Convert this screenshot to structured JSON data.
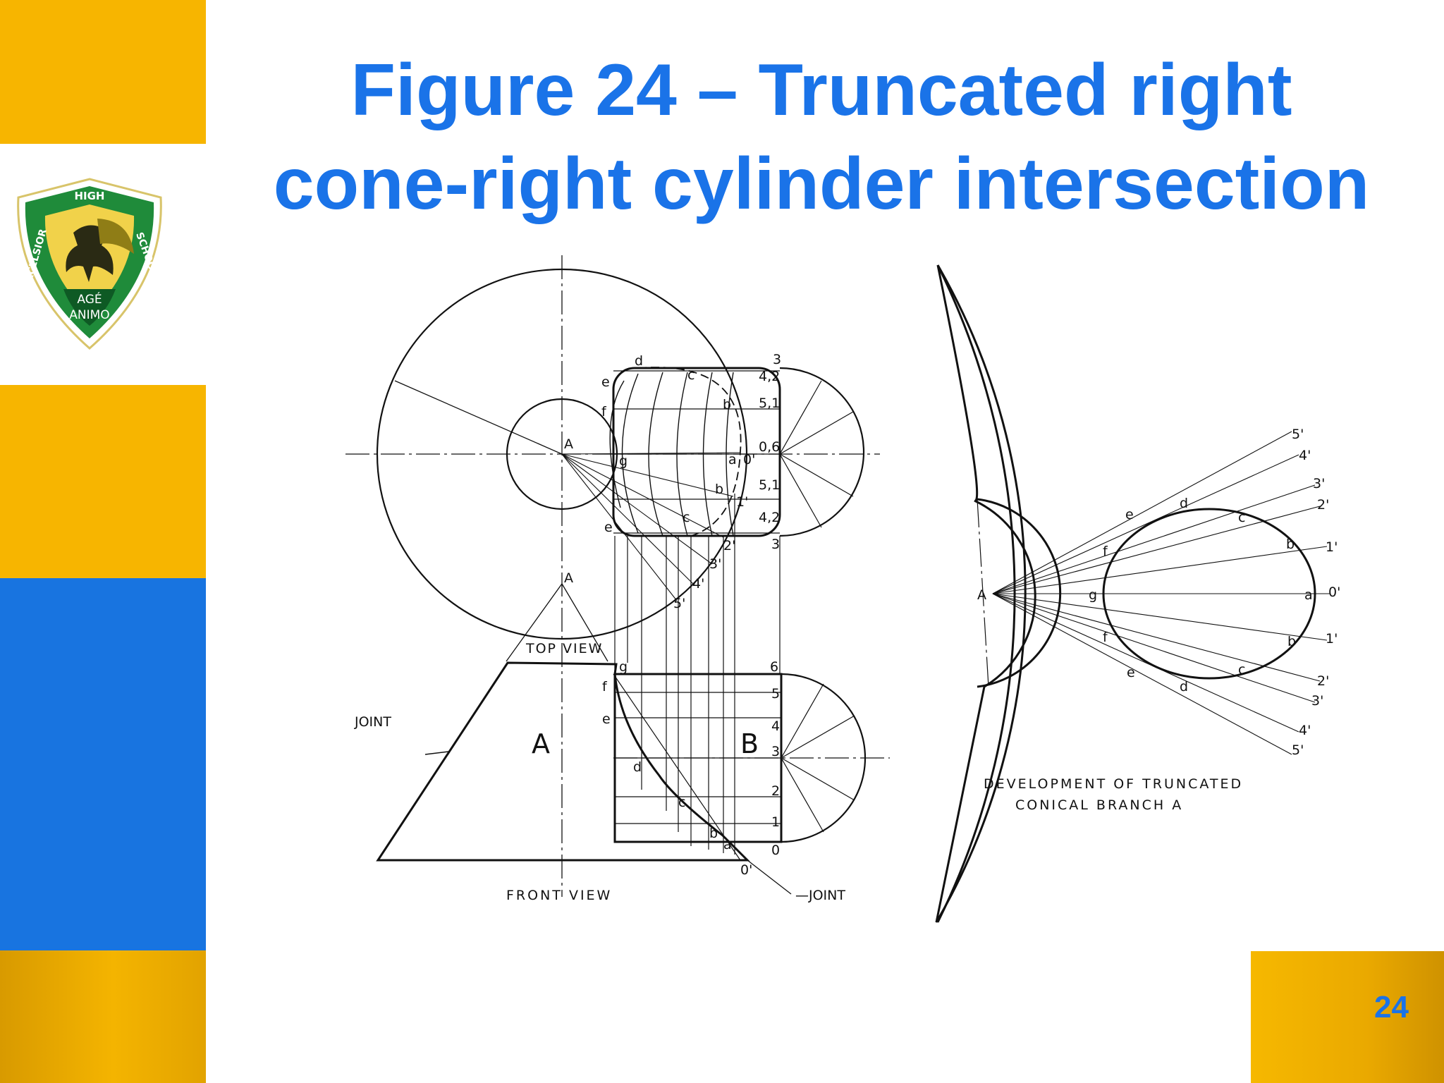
{
  "title": {
    "line1": "Figure 24 – Truncated right",
    "line2": "cone-right cylinder intersection"
  },
  "page_number": "24",
  "logo": {
    "top_text": "HIGH",
    "left_text": "EXCELSIOR",
    "right_text": "SCHOOL",
    "motto_1": "AGÉ",
    "motto_2": "ANIMO"
  },
  "colors": {
    "accent_blue": "#1a73e8",
    "band_gold": "#f7b500",
    "band_blue": "#1874e0"
  },
  "diagram": {
    "top_view_label": "TOP VIEW",
    "front_view_label": "FRONT VIEW",
    "joint_label": "JOINT",
    "joint_label_2": "—JOINT",
    "apex_label": "A",
    "branch_a": "A",
    "branch_b": "B",
    "development_line1": "DEVELOPMENT OF TRUNCATED",
    "development_line2": "CONICAL BRANCH A",
    "points": {
      "a": "a",
      "b": "b",
      "c": "c",
      "d": "d",
      "e": "e",
      "f": "f",
      "g": "g"
    },
    "top_numbers": [
      "3",
      "4,2",
      "5,1",
      "0,6",
      "5,1",
      "4,2",
      "3"
    ],
    "front_numbers": [
      "6",
      "5",
      "4",
      "3",
      "2",
      "1",
      "0"
    ],
    "primed": [
      "0'",
      "1'",
      "2'",
      "3'",
      "4'",
      "5'"
    ]
  }
}
